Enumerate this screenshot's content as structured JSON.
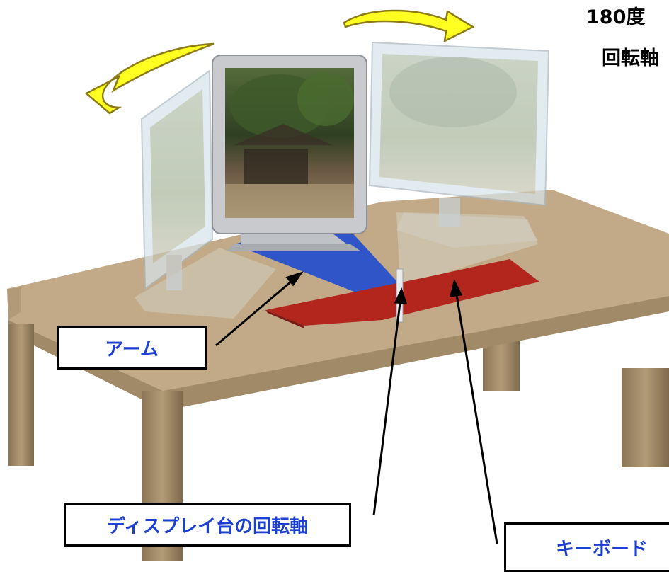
{
  "title": {
    "line1": "180度",
    "line2": "回転軸"
  },
  "labels": {
    "arm": "アーム",
    "rotation_axis": "ディスプレイ台の回転軸",
    "keyboard": "キーボード"
  },
  "colors": {
    "arm_surface": "#2f55c8",
    "keyboard_tray": "#b3261e",
    "rotation_arrow": "#ffff22",
    "label_text": "#1c3fd4",
    "table": "#c2aa88"
  },
  "icons": [
    "rotation-arrow-left-icon",
    "rotation-arrow-right-icon"
  ]
}
